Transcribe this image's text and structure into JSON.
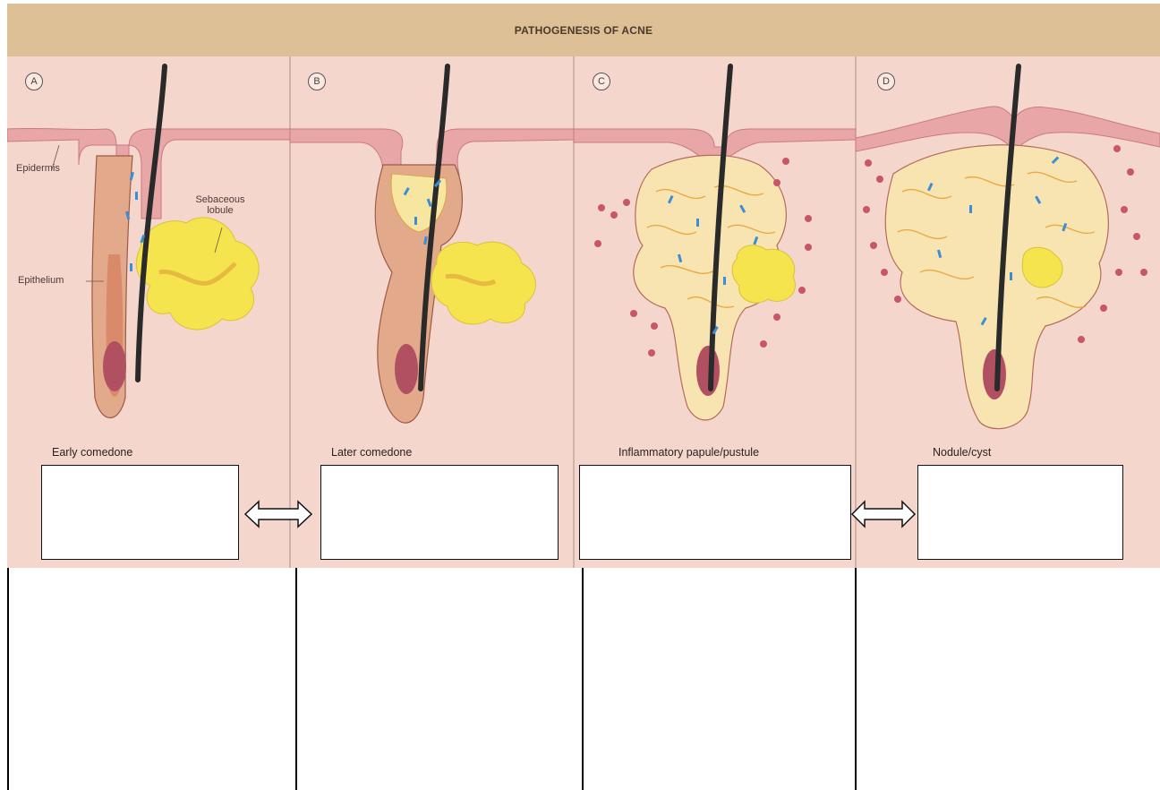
{
  "header": {
    "title": "PATHOGENESIS OF ACNE"
  },
  "panels": [
    {
      "letter": "A",
      "caption": "Early comedone"
    },
    {
      "letter": "B",
      "caption": "Later comedone"
    },
    {
      "letter": "C",
      "caption": "Inflammatory papule/pustule"
    },
    {
      "letter": "D",
      "caption": "Nodule/cyst"
    }
  ],
  "labels": {
    "epidermis": "Epidermis",
    "sebaceous_line1": "Sebaceous",
    "sebaceous_line2": "lobule",
    "epithelium": "Epithelium"
  },
  "colors": {
    "header_bg": "#ddc096",
    "skin_bg": "#f5d6cc",
    "epidermis": "#e9a6a6",
    "sebum": "#f4e24e",
    "hair": "#2a2a2a",
    "bacteria": "#3b8ed6",
    "inflammatory_cells": "#c8566a"
  },
  "icons": [
    "double-arrow-icon"
  ]
}
